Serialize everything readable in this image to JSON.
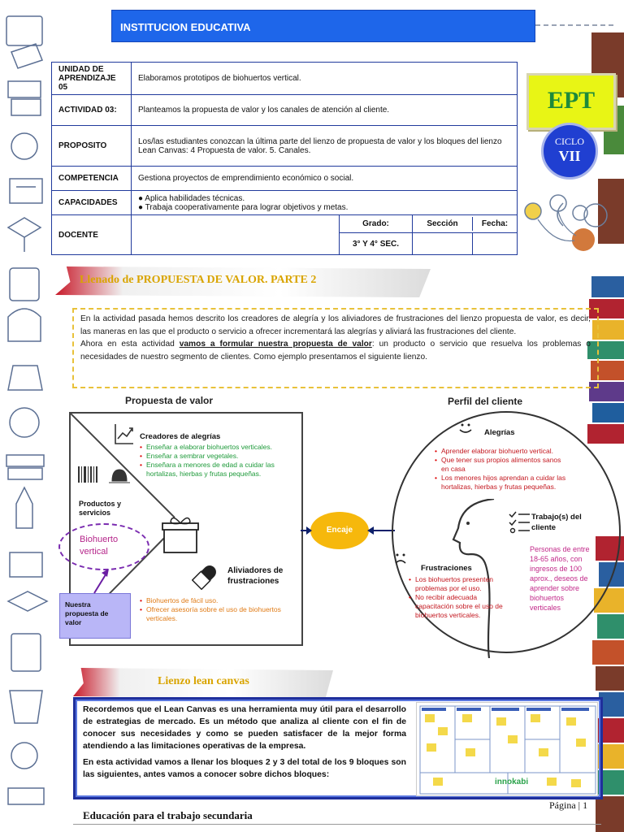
{
  "header": {
    "title": "INSTITUCION EDUCATIVA"
  },
  "badge": {
    "ept": "EPT",
    "ciclo_label": "CICLO",
    "ciclo_value": "VII"
  },
  "table": {
    "unidad_label": "UNIDAD DE APRENDIZAJE 05",
    "unidad_value": "Elaboramos prototipos de biohuertos vertical.",
    "actividad_label": "ACTIVIDAD 03:",
    "actividad_value": "Planteamos la propuesta de valor y los canales de atención al cliente.",
    "proposito_label": "PROPOSITO",
    "proposito_value": "Los/las estudiantes conozcan la última parte del lienzo de propuesta de valor y los bloques del lienzo Lean Canvas: 4 Propuesta de valor. 5. Canales.",
    "competencia_label": "COMPETENCIA",
    "competencia_value": "Gestiona proyectos de emprendimiento económico o social.",
    "capacidades_label": "CAPACIDADES",
    "capacidades_items": [
      "Aplica habilidades técnicas.",
      "Trabaja cooperativamente para lograr objetivos y metas."
    ],
    "docente_label": "DOCENTE",
    "grado_label": "Grado:",
    "seccion_label": "Sección",
    "fecha_label": "Fecha:",
    "grado_value": "3° Y 4° SEC."
  },
  "section1": {
    "title": "Llenado de PROPUESTA DE VALOR.  PARTE  2"
  },
  "intro": {
    "p1": "En la actividad pasada hemos descrito los creadores de alegría y los aliviadores de frustraciones del lienzo propuesta de valor, es decir, las maneras en las que el producto o servicio a ofrecer incrementará las alegrías y aliviará las frustraciones del cliente.",
    "p2_start": "Ahora en esta actividad ",
    "p2_em": "vamos a formular nuestra propuesta de valor",
    "p2_end": ": un producto o servicio que resuelva los problemas o necesidades de nuestro segmento de clientes. Como ejemplo presentamos el siguiente lienzo."
  },
  "canvas": {
    "vp_title": "Propuesta de valor",
    "cp_title": "Perfil del cliente",
    "creadores_title": "Creadores de alegrías",
    "creadores_items": [
      "Enseñar a elaborar biohuertos verticales.",
      "Enseñar a sembrar vegetales.",
      "Enseñara a menores de edad a cuidar las hortalizas, hierbas y frutas pequeñas."
    ],
    "productos_title": "Productos y servicios",
    "biohuerto": "Biohuerto vertical",
    "aliviadores_title": "Aliviadores de frustraciones",
    "aliviadores_items": [
      "Biohuertos de fácil uso.",
      "Ofrecer asesoría sobre el uso de biohuertos verticales."
    ],
    "nvp_label": "Nuestra propuesta de valor",
    "encaje": "Encaje",
    "alegrias_title": "Alegrías",
    "alegrias_items": [
      "Aprender elaborar biohuerto vertical.",
      "Que tener sus propios alimentos sanos en casa",
      "Los menores hijos aprendan a cuidar las hortalizas, hierbas y frutas pequeñas."
    ],
    "trabajos_title": "Trabajo(s) del cliente",
    "trabajos_text": "Personas de entre 18-65 años, con ingresos de 100 aprox., deseos de aprender sobre biohuertos verticales",
    "frustraciones_title": "Frustraciones",
    "frustraciones_items": [
      "Los biohuertos presenten problemas por el uso.",
      "No recibir adecuada capacitación sobre el uso de biohuertos verticales."
    ]
  },
  "section2": {
    "title": "Lienzo lean canvas"
  },
  "lean": {
    "p1": "Recordemos que el Lean Canvas es una herramienta muy útil para el desarrollo de estrategias de mercado.  Es un método que analiza al cliente con el fin de conocer sus necesidades y como se pueden satisfacer de la mejor forma atendiendo a las limitaciones operativas de la empresa.",
    "p2": "En esta actividad vamos a llenar los bloques 2 y 3 del total de los 9 bloques son las siguientes, antes vamos a conocer sobre dichos bloques:",
    "thumb_brand": "innokabi"
  },
  "footer": {
    "left": "Educación para el trabajo secundaria",
    "right": "Página | 1"
  },
  "colors": {
    "header_blue": "#1e66ea",
    "table_border": "#203a9c",
    "encaje": "#f6b80c",
    "ept": "#e8f515",
    "ciclo": "#203fd1"
  }
}
